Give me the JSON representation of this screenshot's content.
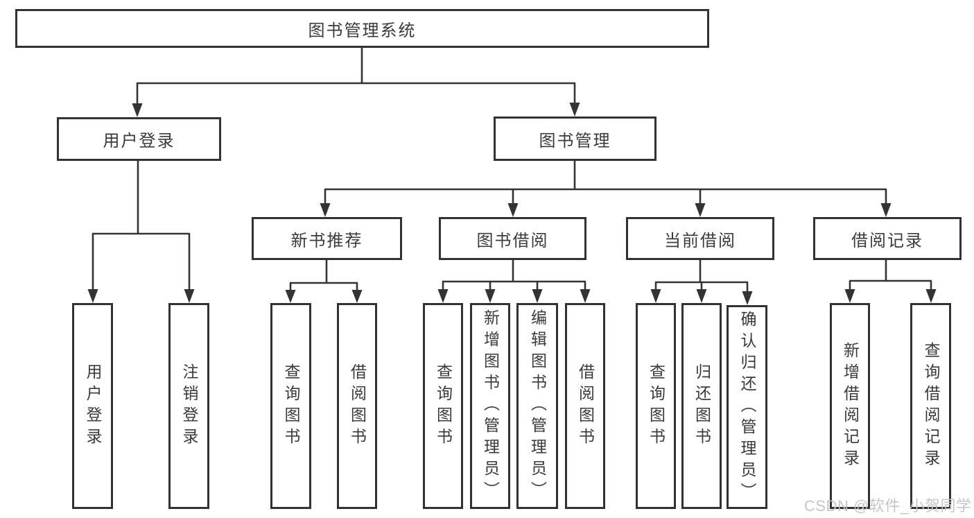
{
  "tree": {
    "root": {
      "label": "图书管理系统"
    },
    "branches": [
      {
        "label": "用户登录",
        "children": [
          {
            "label": "用户登录"
          },
          {
            "label": "注销登录"
          }
        ]
      },
      {
        "label": "图书管理",
        "children": [
          {
            "label": "新书推荐",
            "children": [
              {
                "label": "查询图书"
              },
              {
                "label": "借阅图书"
              }
            ]
          },
          {
            "label": "图书借阅",
            "children": [
              {
                "label": "查询图书"
              },
              {
                "label": "新增图书（管理员）"
              },
              {
                "label": "编辑图书（管理员）"
              },
              {
                "label": "借阅图书"
              }
            ]
          },
          {
            "label": "当前借阅",
            "children": [
              {
                "label": "查询图书"
              },
              {
                "label": "归还图书"
              },
              {
                "label": "确认归还（管理员）"
              }
            ]
          },
          {
            "label": "借阅记录",
            "children": [
              {
                "label": "新增借阅记录"
              },
              {
                "label": "查询借阅记录"
              }
            ]
          }
        ]
      }
    ]
  },
  "watermark": {
    "text": "CSDN @软件_小贺同学"
  },
  "colors": {
    "line": "#333333",
    "box_border": "#323232",
    "box_background": "#ffffff",
    "text": "#3a3a3a",
    "watermark": "#c3c3c3"
  }
}
